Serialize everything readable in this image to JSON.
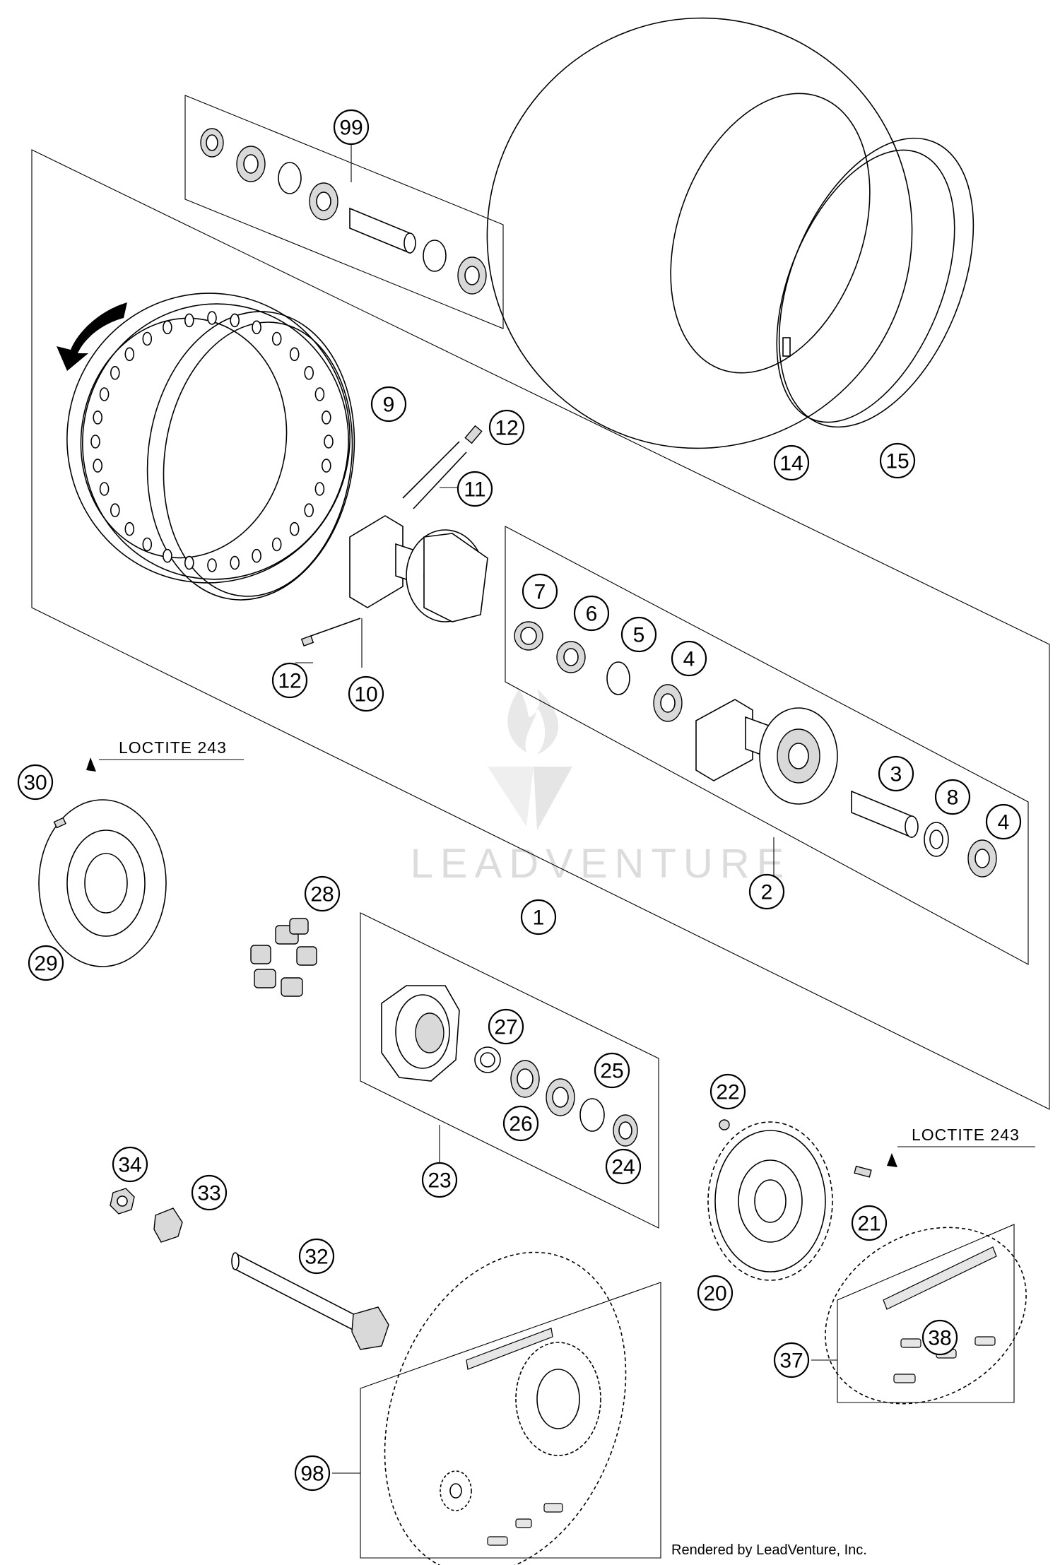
{
  "callouts": [
    "99",
    "9",
    "12",
    "11",
    "14",
    "15",
    "7",
    "6",
    "5",
    "4",
    "10",
    "12",
    "3",
    "8",
    "4",
    "1",
    "2",
    "30",
    "29",
    "28",
    "27",
    "25",
    "26",
    "24",
    "23",
    "22",
    "21",
    "20",
    "34",
    "33",
    "32",
    "37",
    "38",
    "98"
  ],
  "notes": {
    "loctite_left": "LOCTITE 243",
    "loctite_right": "LOCTITE 243"
  },
  "watermark": "LEADVENTURE",
  "credit": "Rendered by LeadVenture, Inc."
}
